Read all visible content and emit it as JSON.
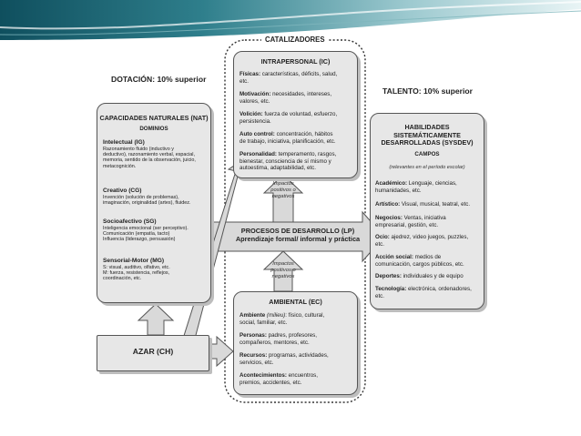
{
  "catalizadores": "CATALIZADORES",
  "dotacion": "DOTACIÓN: 10% superior",
  "talento": "TALENTO: 10% superior",
  "nat": {
    "title": "CAPACIDADES NATURALES (NAT)",
    "subtitle": "DOMINIOS",
    "domains": [
      {
        "name": "Intelectual (IG)",
        "desc": [
          "Razonamiento fluido (inductivo y",
          "deductivo), razonamiento verbal, espacial,",
          "memoria, sentido de la observación, juicio,",
          "metacognición."
        ]
      },
      {
        "name": "Creativo (CG)",
        "desc": [
          "Invención (solución de problemas),",
          "imaginación, originalidad (artes), fluidez."
        ]
      },
      {
        "name": "Socioafectivo (SG)",
        "desc": [
          "Inteligencia emocional (ser perceptivo).",
          "Comunicación (empatía, tacto)",
          "Influencia (liderazgo, persuasión)"
        ]
      },
      {
        "name": "Sensorial-Motor (MG)",
        "desc": [
          "S: visual, auditivo, olfativo, etc.",
          "M: fuerza, resistencia, reflejos,",
          "coordinación, etc."
        ]
      }
    ]
  },
  "ic": {
    "title": "INTRAPERSONAL (IC)",
    "items": [
      {
        "term": "Físicas:",
        "lines": [
          " características, déficits, salud,",
          "etc."
        ]
      },
      {
        "term": "Motivación:",
        "lines": [
          " necesidades, intereses,",
          "valores, etc."
        ]
      },
      {
        "term": "Volición:",
        "lines": [
          " fuerza de voluntad, esfuerzo,",
          "persistencia."
        ]
      },
      {
        "term": "Auto control:",
        "lines": [
          " concentración, hábitos",
          "de trabajo, iniciativa, planificación, etc."
        ]
      },
      {
        "term": "Personalidad:",
        "lines": [
          " temperamento, rasgos,",
          "bienestar, consciencia de sí mismo y",
          "autoestima, adaptabilidad, etc."
        ]
      }
    ]
  },
  "impact_top": [
    "Impactos",
    "positivos o",
    "negativos"
  ],
  "impact_bottom": [
    "Impactos",
    "positivos o",
    "negativos"
  ],
  "lp": {
    "line1": "PROCESOS DE DESARROLLO (LP)",
    "line2": "Aprendizaje formal/ informal y práctica"
  },
  "ec": {
    "title": "AMBIENTAL (EC)",
    "items": [
      {
        "term": "Ambiente",
        "italic": " (milieu)",
        "lines": [
          ": físico, cultural,",
          "social, familiar, etc."
        ]
      },
      {
        "term": "Personas:",
        "italic": "",
        "lines": [
          " padres, profesores,",
          "compañeros, mentores, etc."
        ]
      },
      {
        "term": "Recursos:",
        "italic": "",
        "lines": [
          " programas, actividades,",
          "servicios, etc."
        ]
      },
      {
        "term": "Acontecimientos:",
        "italic": "",
        "lines": [
          " encuentros,",
          "premios, accidentes, etc."
        ]
      }
    ]
  },
  "azar": "AZAR  (CH)",
  "sysdev": {
    "title": [
      "HABILIDADES",
      "SISTEMÁTICAMENTE",
      "DESARROLLADAS (SYSDEV)"
    ],
    "subtitle": "CAMPOS",
    "note": "(relevantes en el período escolar)",
    "items": [
      {
        "term": "Académico:",
        "lines": [
          " Lenguaje, ciencias,",
          "humanidades, etc."
        ]
      },
      {
        "term": "Artístico:",
        "lines": [
          " Visual, musical, teatral, etc."
        ]
      },
      {
        "term": "Negocios:",
        "lines": [
          " Ventas, iniciativa",
          "empresarial, gestión, etc."
        ]
      },
      {
        "term": "Ocio:",
        "lines": [
          " ajedrez, video juegos, puzzles,",
          "etc."
        ]
      },
      {
        "term": "Acción social:",
        "lines": [
          " medios de",
          "comunicación, cargos públicos, etc."
        ]
      },
      {
        "term": "Deportes:",
        "lines": [
          " individuales y de equipo"
        ]
      },
      {
        "term": "Tecnología:",
        "lines": [
          " electrónica, ordenadores,",
          "etc."
        ]
      }
    ]
  },
  "colors": {
    "box_fill": "#e7e7e7",
    "border": "#555555",
    "arrow_fill": "#d9d9d9"
  }
}
